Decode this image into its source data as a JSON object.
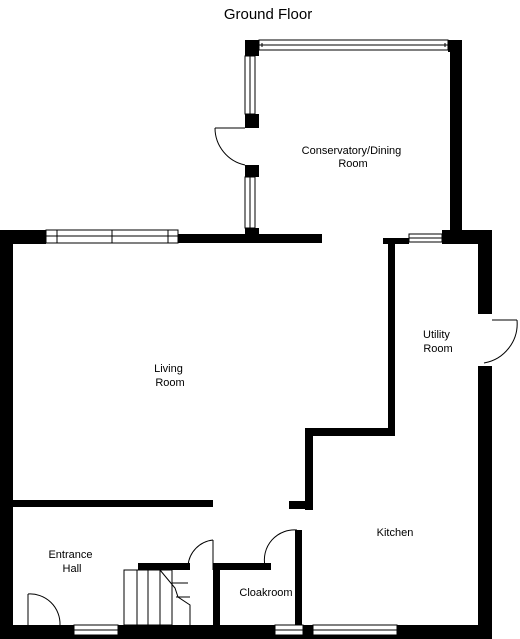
{
  "title": "Ground Floor",
  "rooms": {
    "conservatory": [
      "Conservatory/Dining",
      "Room"
    ],
    "living": [
      "Living",
      "Room"
    ],
    "utility": [
      "Utility",
      "Room"
    ],
    "kitchen": [
      "Kitchen"
    ],
    "entrance": [
      "Entrance",
      "Hall"
    ],
    "cloakroom": [
      "Cloakroom"
    ]
  },
  "colors": {
    "wall": "#000000",
    "background": "#ffffff"
  }
}
